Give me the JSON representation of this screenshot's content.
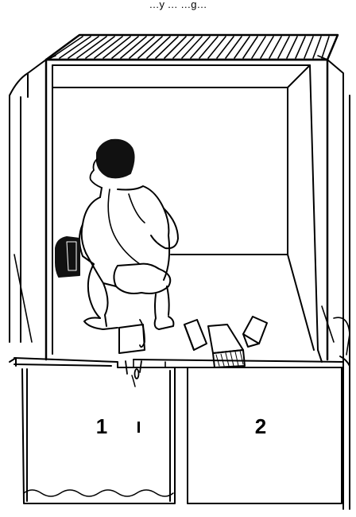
{
  "caption": "…y … …g…",
  "chambers": {
    "left_label": "1",
    "right_label": "2"
  },
  "colors": {
    "ink": "#000000",
    "paper": "#ffffff",
    "hair": "#111111"
  }
}
